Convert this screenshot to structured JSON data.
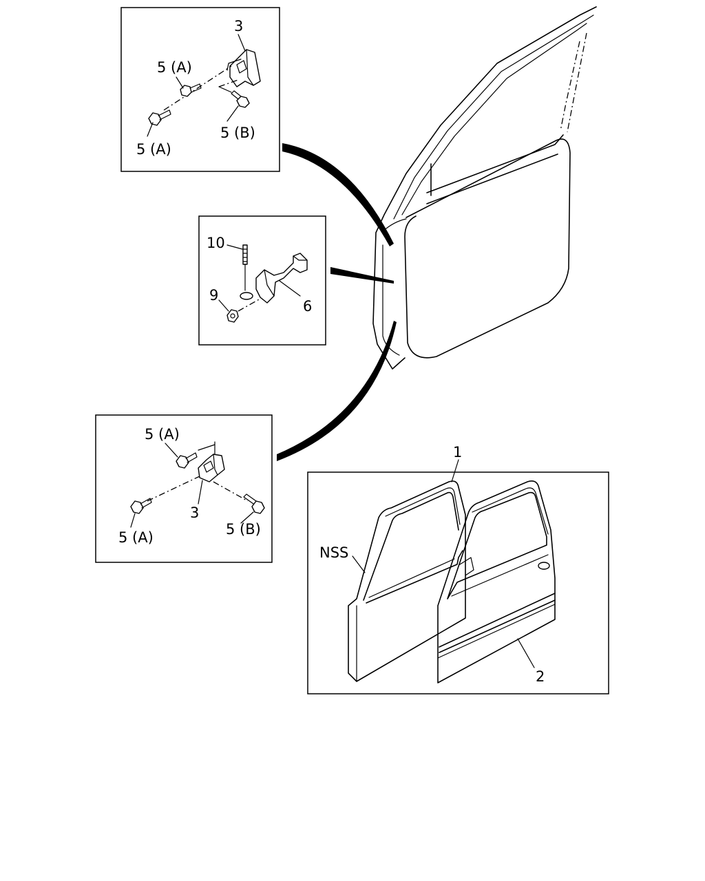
{
  "callouts": {
    "top_hinge": {
      "part": "3",
      "bolt_a_upper": "5 (A)",
      "bolt_a_lower": "5 (A)",
      "bolt_b": "5 (B)"
    },
    "door_check": {
      "pin": "10",
      "nut": "9",
      "check_link": "6"
    },
    "bottom_hinge": {
      "part": "3",
      "bolt_a_upper": "5 (A)",
      "bolt_a_lower": "5 (A)",
      "bolt_b": "5 (B)"
    },
    "door_panels": {
      "door_assembly": "1",
      "side_label": "NSS",
      "door_shell": "2"
    }
  }
}
